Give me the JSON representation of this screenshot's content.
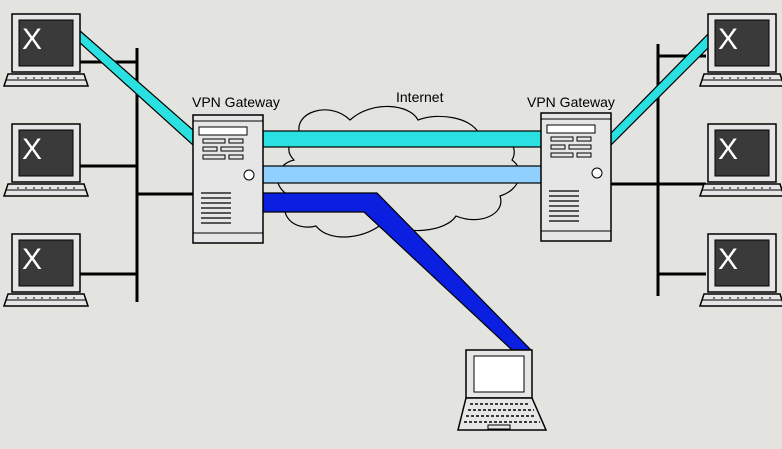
{
  "labels": {
    "gateway_left": "VPN Gateway",
    "gateway_right": "VPN Gateway",
    "internet": "Internet",
    "terminal_glyph": "X"
  },
  "colors": {
    "background": "#e3e3df",
    "tunnel_cyan": "#2ae0e0",
    "tunnel_light_blue": "#8fd0ff",
    "tunnel_dark_blue": "#0a1fe0",
    "screen": "#3a3a3a",
    "device_body": "#e6e6e6"
  },
  "icons": {
    "workstation": "crt-monitor-icon",
    "gateway": "tower-server-icon",
    "laptop": "laptop-icon",
    "internet": "cloud-icon"
  }
}
